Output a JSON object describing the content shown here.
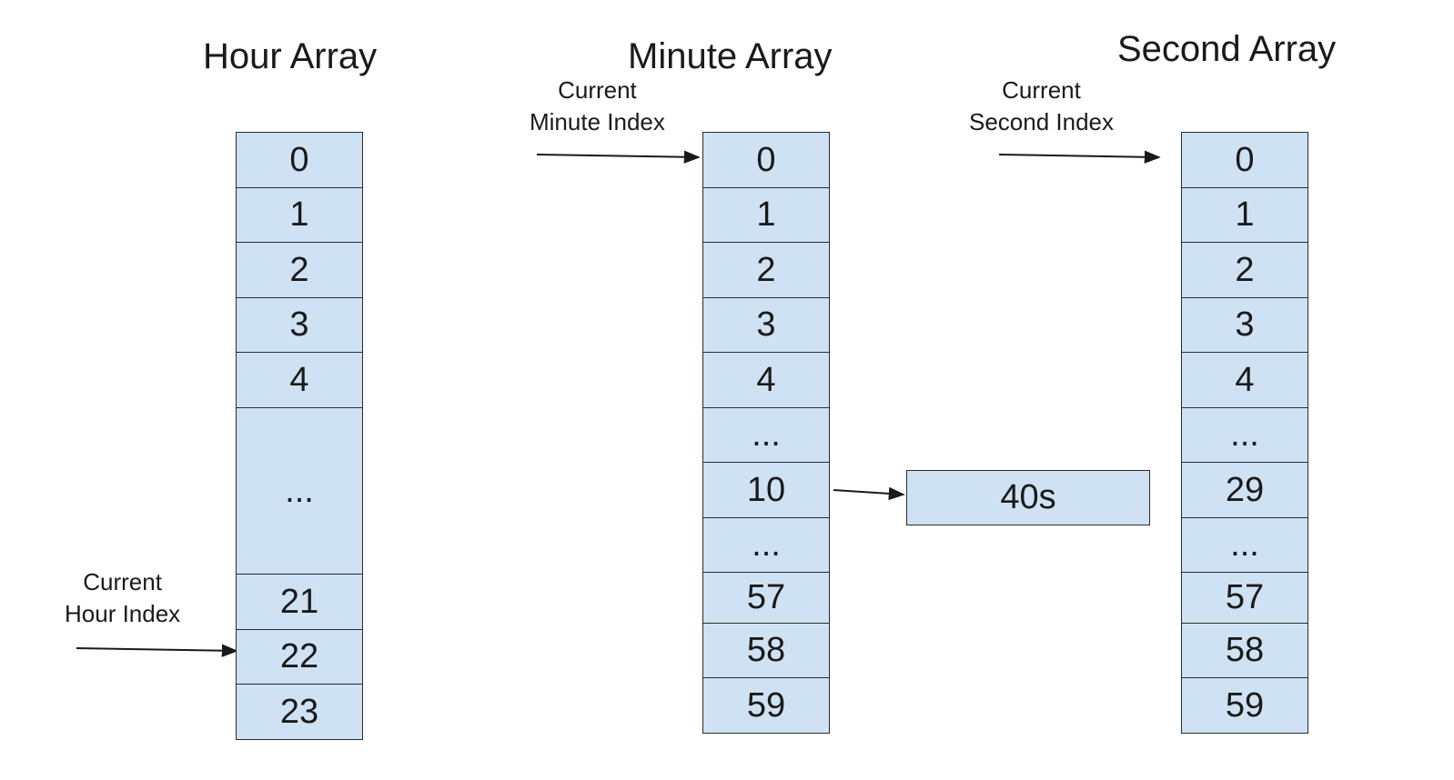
{
  "hour_array": {
    "title": "Hour Array",
    "pointer_label_line1": "Current",
    "pointer_label_line2": "Hour Index",
    "cells": [
      "0",
      "1",
      "2",
      "3",
      "4",
      "...",
      "21",
      "22",
      "23"
    ]
  },
  "minute_array": {
    "title": "Minute Array",
    "pointer_label_line1": "Current",
    "pointer_label_line2": "Minute Index",
    "cells": [
      "0",
      "1",
      "2",
      "3",
      "4",
      "...",
      "10",
      "...",
      "57",
      "58",
      "59"
    ]
  },
  "second_array": {
    "title": "Second Array",
    "pointer_label_line1": "Current",
    "pointer_label_line2": "Second Index",
    "cells": [
      "0",
      "1",
      "2",
      "3",
      "4",
      "...",
      "29",
      "...",
      "57",
      "58",
      "59"
    ]
  },
  "bucket": {
    "label": "40s"
  }
}
